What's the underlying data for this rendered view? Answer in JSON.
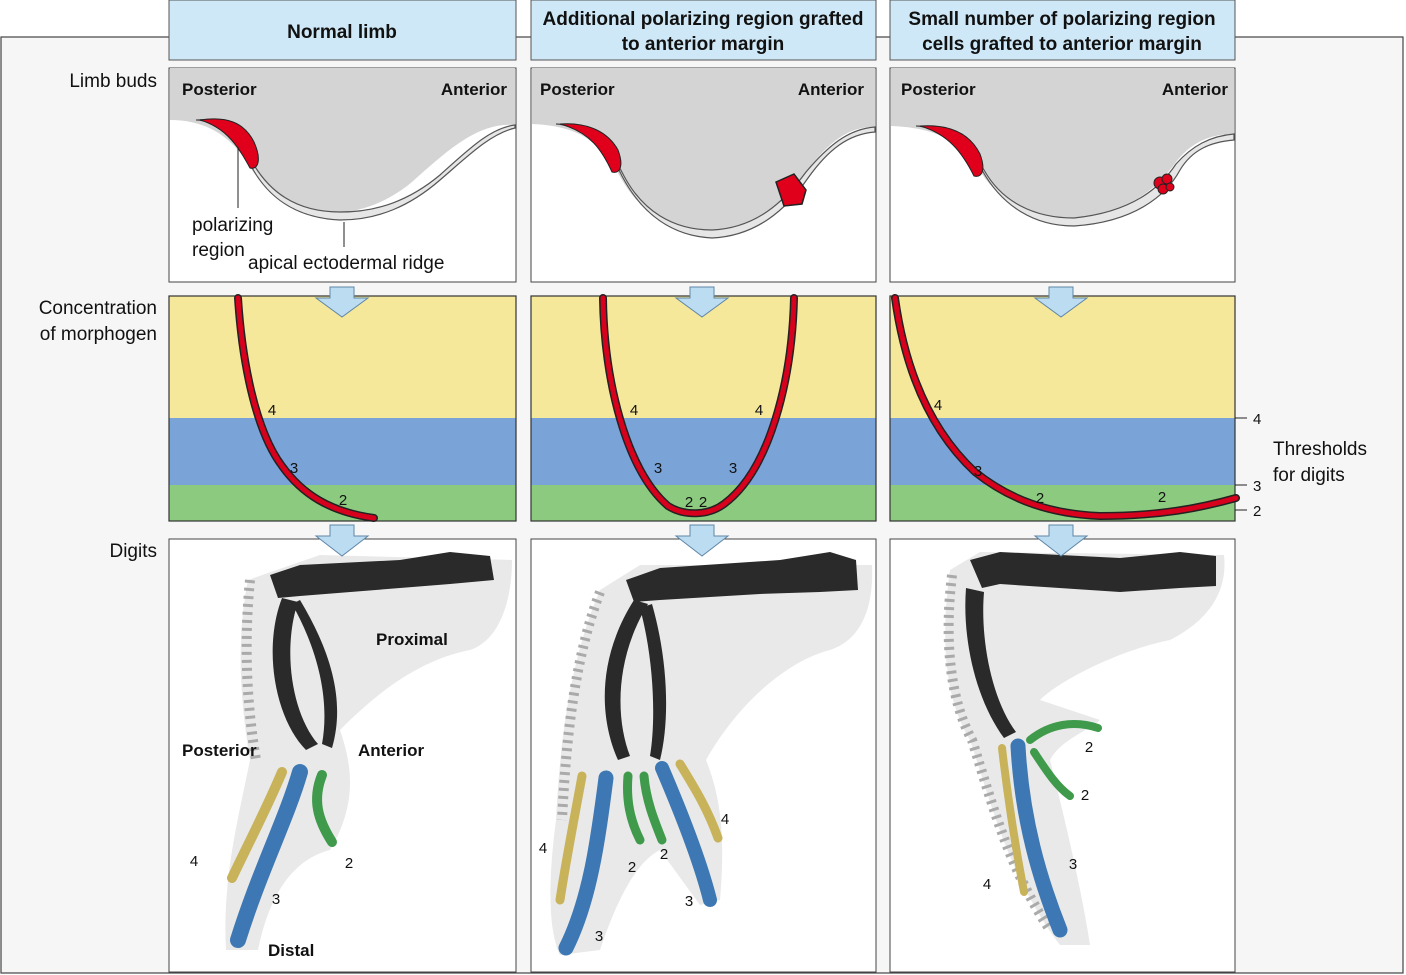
{
  "columns": [
    {
      "title_lines": [
        "Normal limb"
      ]
    },
    {
      "title_lines": [
        "Additional polarizing region grafted",
        "to anterior margin"
      ]
    },
    {
      "title_lines": [
        "Small number of polarizing region",
        "cells grafted to anterior margin"
      ]
    }
  ],
  "row_labels": {
    "limb_buds": "Limb buds",
    "concentration": [
      "Concentration",
      "of morphogen"
    ],
    "digits": "Digits"
  },
  "bud_labels": {
    "posterior": "Posterior",
    "anterior": "Anterior",
    "polarizing_region": [
      "polarizing",
      "region"
    ],
    "aer": "apical ectodermal ridge"
  },
  "digit_panel_labels": {
    "proximal": "Proximal",
    "posterior": "Posterior",
    "anterior": "Anterior",
    "distal": "Distal"
  },
  "thresholds": {
    "label": [
      "Thresholds",
      "for digits"
    ],
    "ticks": [
      "4",
      "3",
      "2"
    ]
  },
  "curve_labels": [
    [
      "4",
      "3",
      "2"
    ],
    [
      "4",
      "3",
      "2",
      "2",
      "3",
      "4"
    ],
    [
      "4",
      "3",
      "2",
      "2"
    ]
  ],
  "digit_numbers": [
    [
      "4",
      "3",
      "2"
    ],
    [
      "4",
      "2",
      "2",
      "3",
      "3",
      "4"
    ],
    [
      "2",
      "2",
      "3",
      "4"
    ]
  ],
  "colors": {
    "header_fill": "#cfe8f7",
    "bud_fill": "#d4d4d4",
    "polarizing": "#e0001b",
    "yellow_zone": "#f6e89a",
    "blue_zone": "#7aa4d8",
    "green_zone": "#8ccb7f",
    "curve": "#d7001d",
    "arrow": "#bcdcf2",
    "digit4": "#c8b25a",
    "digit3": "#3d78b4",
    "digit2": "#3f9a4b"
  }
}
